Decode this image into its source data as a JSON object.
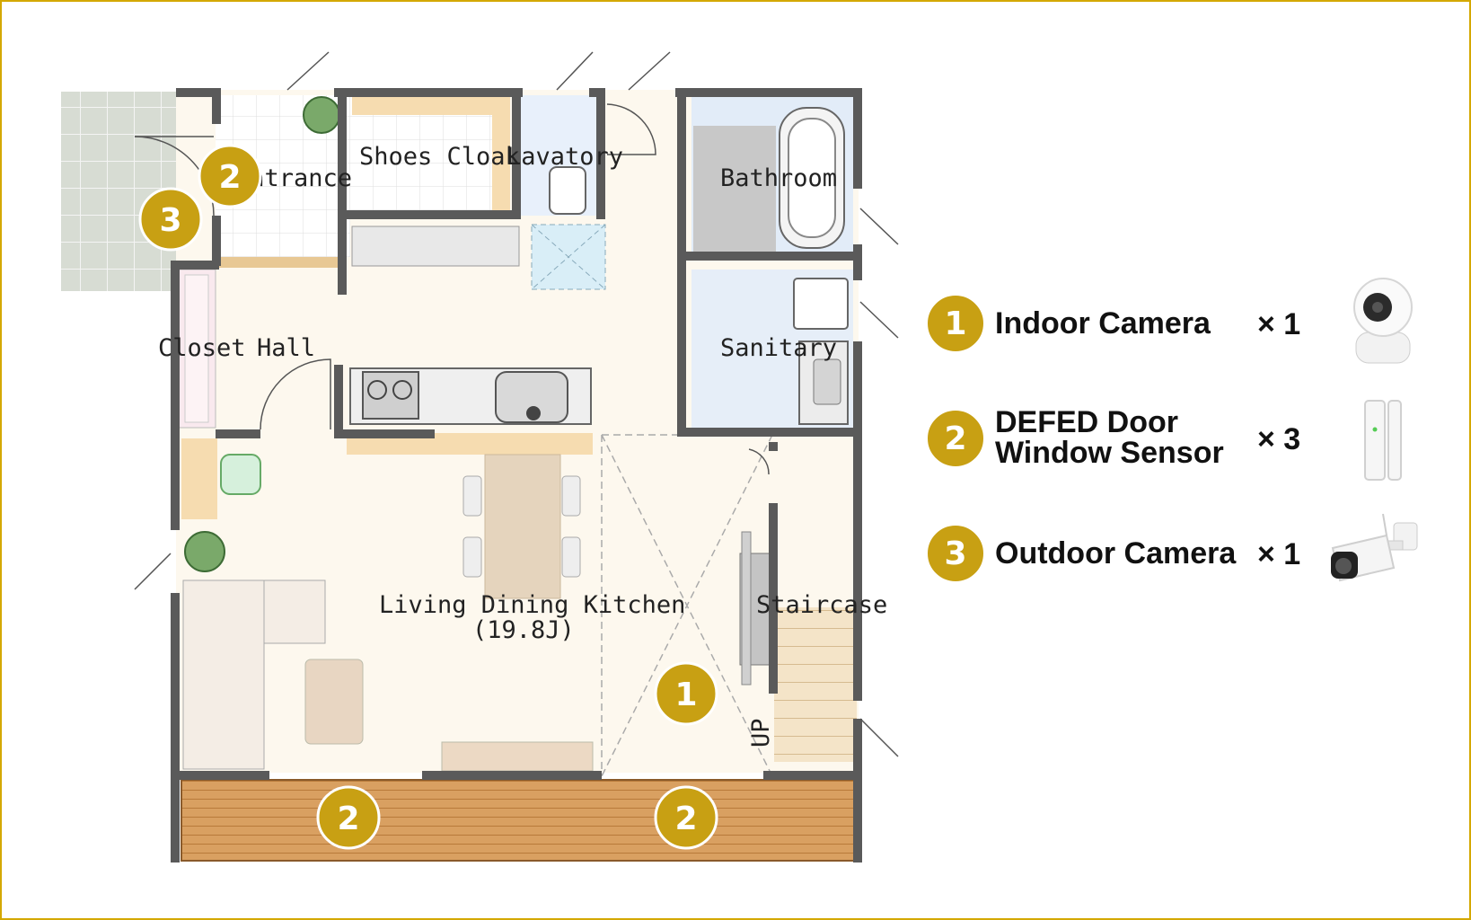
{
  "floor_plan": {
    "rooms": {
      "entrance": "Entrance",
      "shoes_cloak": "Shoes Cloak",
      "lavatory": "Lavatory",
      "bathroom": "Bathroom",
      "closet": "Closet",
      "hall": "Hall",
      "sanitary": "Sanitary",
      "ldk": "Living Dining Kitchen",
      "ldk_size": "(19.8J)",
      "staircase": "Staircase",
      "up": "UP"
    },
    "markers": {
      "indoor_camera": "1",
      "door_sensor": "2",
      "outdoor_camera": "3"
    }
  },
  "legend": {
    "items": [
      {
        "number": "1",
        "name_line1": "Indoor Camera",
        "name_line2": "",
        "quantity": "× 1",
        "icon": "indoor-camera-icon"
      },
      {
        "number": "2",
        "name_line1": "DEFED Door",
        "name_line2": "Window Sensor",
        "quantity": "× 3",
        "icon": "door-sensor-icon"
      },
      {
        "number": "3",
        "name_line1": "Outdoor Camera",
        "name_line2": "",
        "quantity": "× 1",
        "icon": "outdoor-camera-icon"
      }
    ]
  },
  "colors": {
    "accent": "#c8a013",
    "frame": "#d4a800",
    "wall": "#555555",
    "floor": "#fdf8ee",
    "deck": "#d9a061"
  }
}
